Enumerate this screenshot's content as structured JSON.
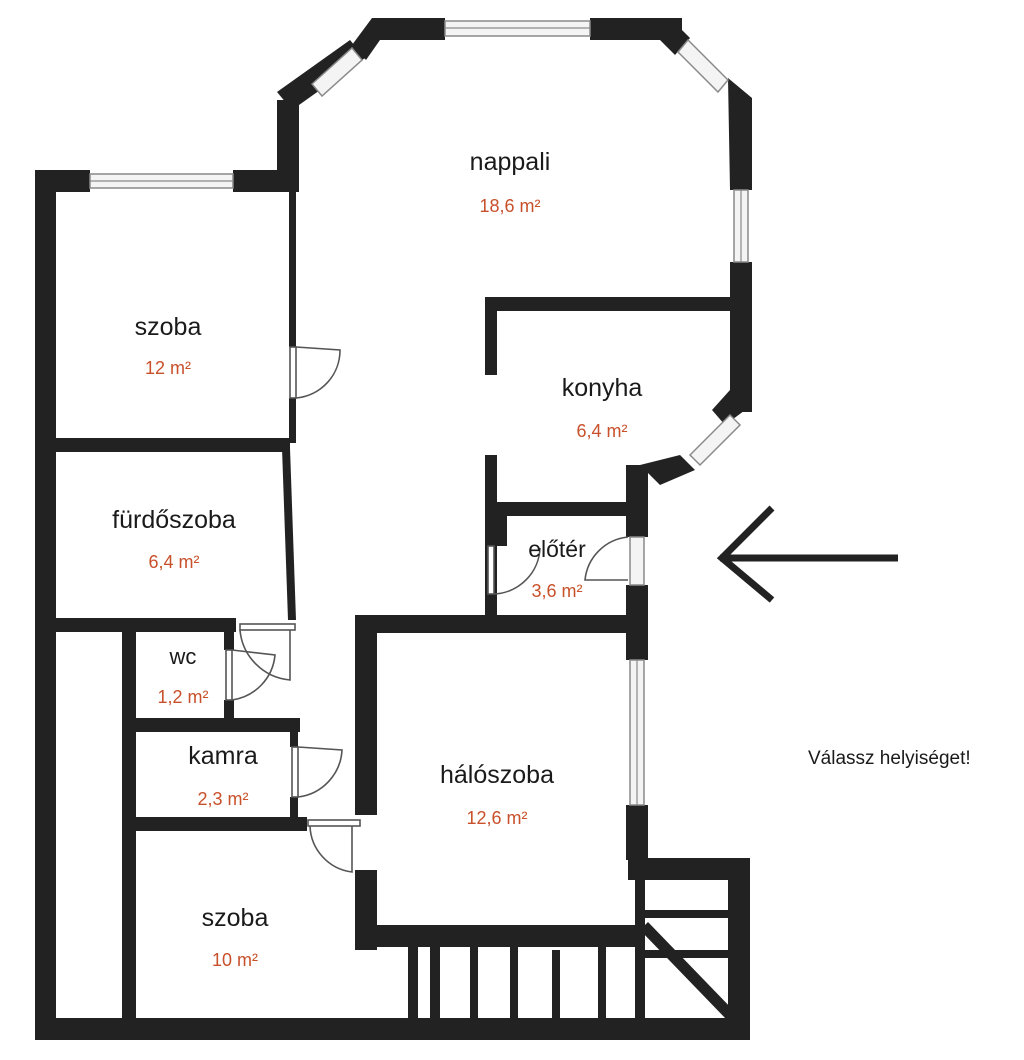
{
  "colors": {
    "wall": "#222222",
    "area_text": "#c8502a",
    "name_text": "#1a1a1a",
    "background": "#ffffff"
  },
  "rooms": [
    {
      "id": "nappali",
      "name": "nappali",
      "area": "18,6 m²"
    },
    {
      "id": "szoba_1",
      "name": "szoba",
      "area": "12 m²"
    },
    {
      "id": "konyha",
      "name": "konyha",
      "area": "6,4 m²"
    },
    {
      "id": "furdoszoba",
      "name": "fürdőszoba",
      "area": "6,4 m²"
    },
    {
      "id": "eloter",
      "name": "előtér",
      "area": "3,6 m²"
    },
    {
      "id": "wc",
      "name": "wc",
      "area": "1,2 m²"
    },
    {
      "id": "kamra",
      "name": "kamra",
      "area": "2,3 m²"
    },
    {
      "id": "haloszoba",
      "name": "hálószoba",
      "area": "12,6 m²"
    },
    {
      "id": "szoba_2",
      "name": "szoba",
      "area": "10 m²"
    }
  ],
  "prompt": "Válassz helyiséget!",
  "entrance_icon": "arrow-left-icon"
}
